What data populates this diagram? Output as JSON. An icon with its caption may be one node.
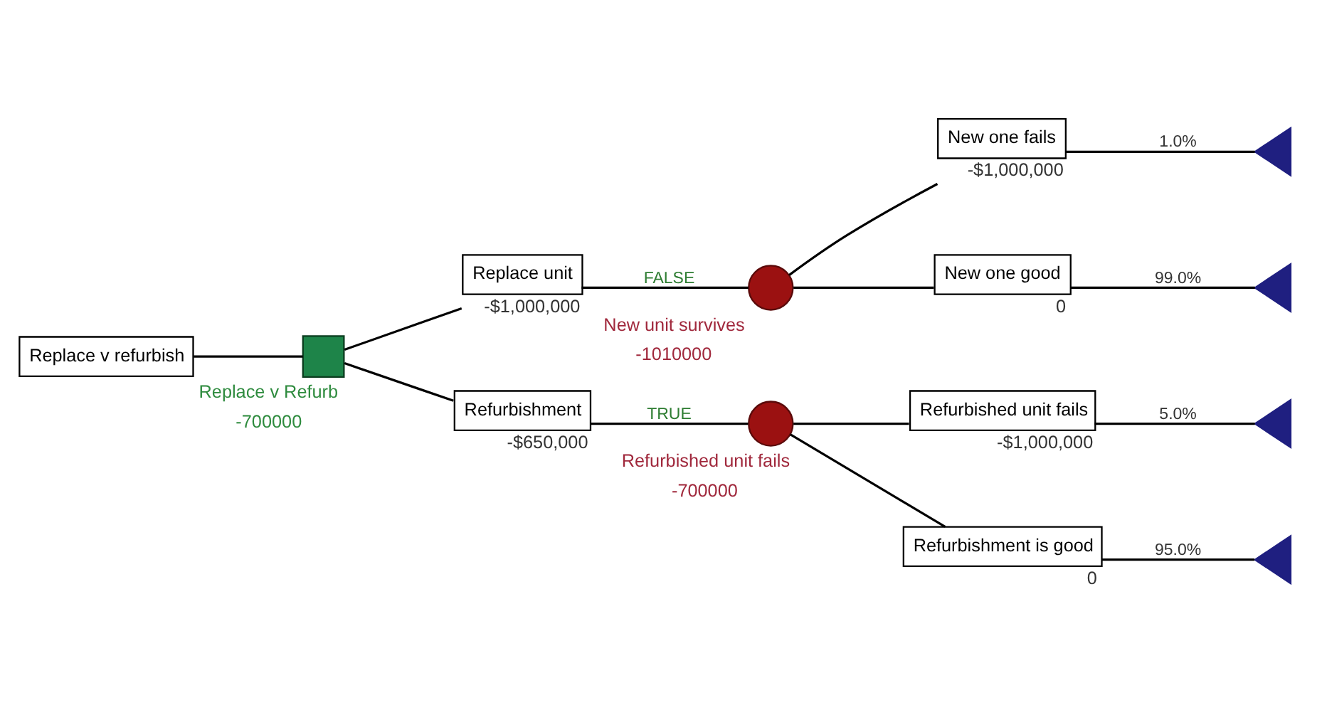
{
  "diagram": {
    "nodes": [
      {
        "text": [
          "Replace v refurbish"
        ]
      },
      {
        "text": [],
        "shape": "box",
        "beside": [
          "Replace v Refurb",
          "-700000"
        ]
      },
      {
        "text": [
          "Replace unit"
        ],
        "beside": [
          "-$1,000,000"
        ]
      },
      {
        "text": [],
        "shape": "circle",
        "beside": [
          "New unit survives",
          "-1010000"
        ]
      },
      {
        "text": [
          "New one fails"
        ],
        "beside": [
          "-$1,000,000"
        ]
      },
      {
        "text": [],
        "shape": "triangle"
      },
      {
        "text": [
          "New one good"
        ],
        "beside": [
          "0"
        ]
      },
      {
        "text": [],
        "shape": "triangle"
      },
      {
        "text": [
          "Refurbishment"
        ],
        "beside": [
          "-$650,000"
        ]
      },
      {
        "text": [],
        "shape": "circle",
        "beside": [
          "Refurbished unit fails",
          "-700000"
        ]
      },
      {
        "text": [
          "Refurbished unit fails"
        ],
        "beside": [
          "-$1,000,000"
        ]
      },
      {
        "text": [],
        "shape": "triangle"
      },
      {
        "text": [
          "Refurbishment is good"
        ],
        "beside": [
          "0"
        ]
      },
      {
        "text": [],
        "shape": "triangle"
      }
    ],
    "edges": [
      {
        "from": 0,
        "to": 1,
        "arrow": "none"
      },
      {
        "from": 1,
        "to": 2,
        "arrow": "none"
      },
      {
        "from": 2,
        "to": 3,
        "arrow": "none",
        "label": "FALSE"
      },
      {
        "from": 3,
        "to": 4,
        "arrow": "none"
      },
      {
        "from": 4,
        "to": 5,
        "arrow": "none",
        "label": "1.0%"
      },
      {
        "from": 3,
        "to": 6,
        "arrow": "none"
      },
      {
        "from": 6,
        "to": 7,
        "arrow": "none",
        "label": "99.0%"
      },
      {
        "from": 1,
        "to": 8,
        "arrow": "none"
      },
      {
        "from": 8,
        "to": 9,
        "arrow": "none",
        "label": "TRUE"
      },
      {
        "from": 9,
        "to": 10,
        "arrow": "none"
      },
      {
        "from": 10,
        "to": 11,
        "arrow": "none",
        "label": "5.0%"
      },
      {
        "from": 9,
        "to": 12,
        "arrow": "none"
      },
      {
        "from": 12,
        "to": 13,
        "arrow": "none",
        "label": "95.0%"
      }
    ]
  }
}
